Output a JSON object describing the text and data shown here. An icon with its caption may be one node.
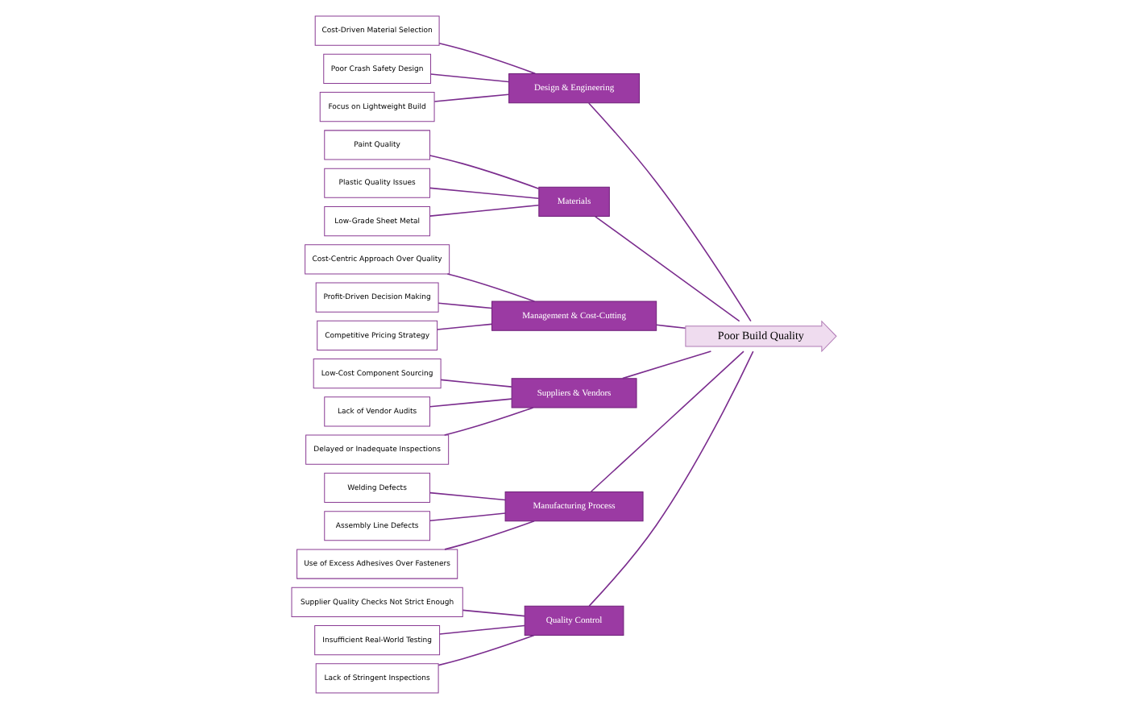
{
  "diagram": {
    "nodes": [
      {
        "text": [
          "Quality Control"
        ]
      },
      {
        "text": [
          "Supplier Quality Checks Not Strict Enough"
        ]
      },
      {
        "text": [
          "Insufficient Real-World Testing"
        ]
      },
      {
        "text": [
          "Lack of Stringent Inspections"
        ]
      },
      {
        "text": [
          "Design & Engineering"
        ]
      },
      {
        "text": [
          "Cost-Driven Material Selection"
        ]
      },
      {
        "text": [
          "Poor Crash Safety Design"
        ]
      },
      {
        "text": [
          "Focus on Lightweight Build"
        ]
      },
      {
        "text": [
          "Materials"
        ]
      },
      {
        "text": [
          "Paint Quality"
        ]
      },
      {
        "text": [
          "Plastic Quality Issues"
        ]
      },
      {
        "text": [
          "Low-Grade Sheet Metal"
        ]
      },
      {
        "text": [
          "Poor Build Quality"
        ]
      },
      {
        "text": [
          "Management & Cost-Cutting"
        ]
      },
      {
        "text": [
          "Cost-Centric Approach Over Quality"
        ]
      },
      {
        "text": [
          "Profit-Driven Decision Making"
        ]
      },
      {
        "text": [
          "Competitive Pricing Strategy"
        ]
      },
      {
        "text": [
          "Suppliers & Vendors"
        ]
      },
      {
        "text": [
          "Low-Cost Component Sourcing"
        ]
      },
      {
        "text": [
          "Lack of Vendor Audits"
        ]
      },
      {
        "text": [
          "Delayed or Inadequate Inspections"
        ]
      },
      {
        "text": [
          "Manufacturing Process"
        ]
      },
      {
        "text": [
          "Welding Defects"
        ]
      },
      {
        "text": [
          "Assembly Line Defects"
        ]
      },
      {
        "text": [
          "Use of Excess Adhesives Over Fasteners"
        ]
      }
    ],
    "edges": [
      {
        "from": 1,
        "to": 0,
        "arrow": "none"
      },
      {
        "from": 2,
        "to": 0,
        "arrow": "none"
      },
      {
        "from": 3,
        "to": 0,
        "arrow": "none"
      },
      {
        "from": 5,
        "to": 4,
        "arrow": "none"
      },
      {
        "from": 6,
        "to": 4,
        "arrow": "none"
      },
      {
        "from": 7,
        "to": 4,
        "arrow": "none"
      },
      {
        "from": 9,
        "to": 8,
        "arrow": "none"
      },
      {
        "from": 10,
        "to": 8,
        "arrow": "none"
      },
      {
        "from": 11,
        "to": 8,
        "arrow": "none"
      },
      {
        "from": 14,
        "to": 13,
        "arrow": "none"
      },
      {
        "from": 15,
        "to": 13,
        "arrow": "none"
      },
      {
        "from": 16,
        "to": 13,
        "arrow": "none"
      },
      {
        "from": 18,
        "to": 17,
        "arrow": "none"
      },
      {
        "from": 19,
        "to": 17,
        "arrow": "none"
      },
      {
        "from": 20,
        "to": 17,
        "arrow": "none"
      },
      {
        "from": 22,
        "to": 21,
        "arrow": "none"
      },
      {
        "from": 23,
        "to": 21,
        "arrow": "none"
      },
      {
        "from": 24,
        "to": 21,
        "arrow": "none"
      },
      {
        "from": 0,
        "to": 12,
        "arrow": "none"
      },
      {
        "from": 4,
        "to": 12,
        "arrow": "none"
      },
      {
        "from": 8,
        "to": 12,
        "arrow": "none"
      },
      {
        "from": 13,
        "to": 12,
        "arrow": "none"
      },
      {
        "from": 17,
        "to": 12,
        "arrow": "none"
      },
      {
        "from": 21,
        "to": 12,
        "arrow": "none"
      }
    ]
  }
}
